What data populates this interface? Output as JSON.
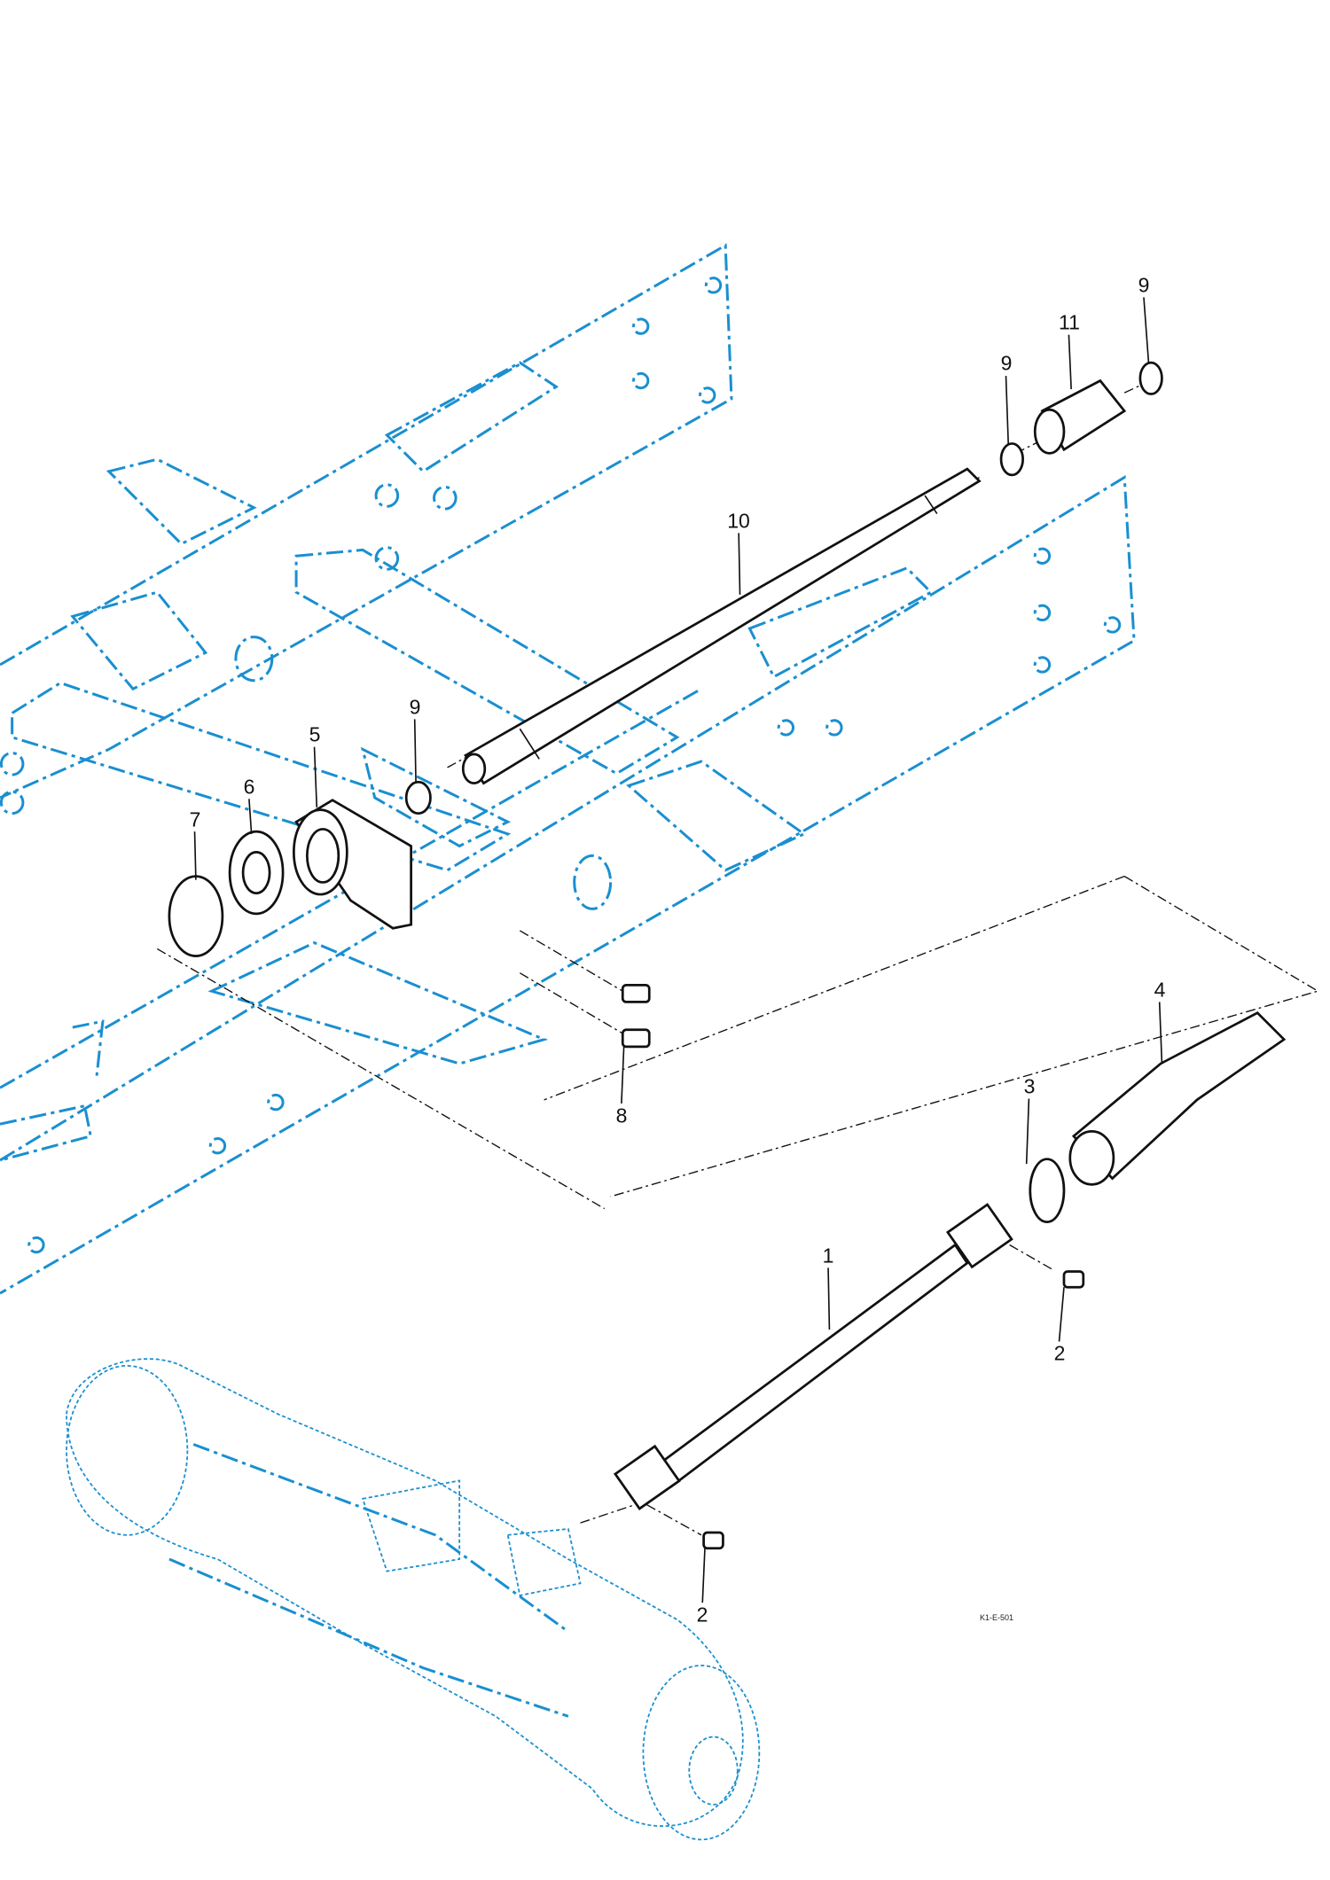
{
  "diagram": {
    "reference_code": "K1-E-501",
    "callouts": [
      {
        "id": "c9a",
        "label": "9"
      },
      {
        "id": "c11",
        "label": "11"
      },
      {
        "id": "c9b",
        "label": "9"
      },
      {
        "id": "c10",
        "label": "10"
      },
      {
        "id": "c5",
        "label": "5"
      },
      {
        "id": "c9c",
        "label": "9"
      },
      {
        "id": "c6",
        "label": "6"
      },
      {
        "id": "c7",
        "label": "7"
      },
      {
        "id": "c4",
        "label": "4"
      },
      {
        "id": "c3",
        "label": "3"
      },
      {
        "id": "c8",
        "label": "8"
      },
      {
        "id": "c1",
        "label": "1"
      },
      {
        "id": "c2a",
        "label": "2"
      },
      {
        "id": "c2b",
        "label": "2"
      }
    ],
    "colors": {
      "frame": "#1a8fd0",
      "parts": "#111111"
    }
  }
}
